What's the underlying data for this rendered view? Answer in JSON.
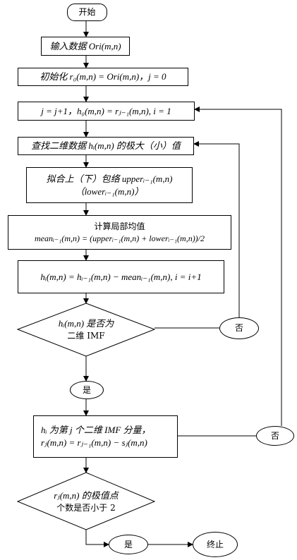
{
  "start": "开始",
  "input": "输入数据 Ori(m,n)",
  "init": "初始化 r₀(m,n) = Ori(m,n)，j = 0",
  "iter": "j = j+1，h₀(m,n) = rⱼ₋₁(m,n), i = 1",
  "find_extrema": "查找二维数据 hᵢ(m,n) 的极大（小）值",
  "fit_line1": "拟合上（下）包络 upperᵢ₋₁(m,n)",
  "fit_line2": "（lowerᵢ₋₁(m,n)）",
  "mean_line1": "计算局部均值",
  "mean_line2": "meanᵢ₋₁(m,n) = (upperᵢ₋₁(m,n) + lowerᵢ₋₁(m,n))/2",
  "update": "hᵢ(m,n) = hᵢ₋₁(m,n) − meanᵢ₋₁(m,n), i = i+1",
  "decision1_line1": "hᵢ(m,n) 是否为",
  "decision1_line2": "二维 IMF",
  "no1": "否",
  "yes1": "是",
  "imf_line1": "hᵢ 为第 j 个二维 IMF 分量，",
  "imf_line2": "rⱼ(m,n) = rⱼ₋₁(m,n) − sⱼ(m,n)",
  "no2": "否",
  "decision2_line1": "rⱼ(m,n) 的极值点",
  "decision2_line2": "个数是否小于 2",
  "yes2": "是",
  "end": "终止"
}
